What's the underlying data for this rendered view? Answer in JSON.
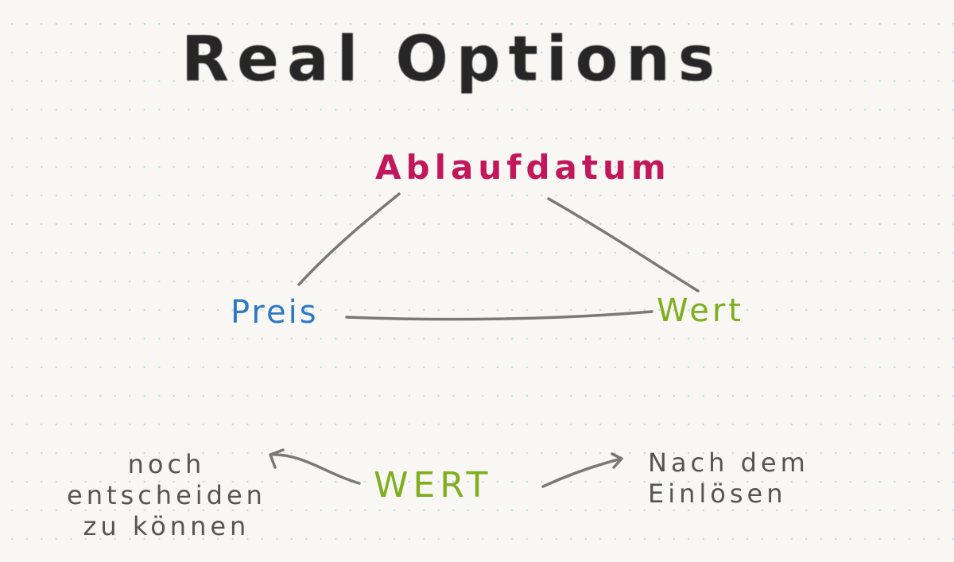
{
  "title": "Real Options",
  "triangle": {
    "top": "Ablaufdatum",
    "left": "Preis",
    "right": "Wert"
  },
  "bottom": {
    "center": "WERT",
    "left_note": [
      "noch",
      "entscheiden",
      "zu können"
    ],
    "right_note": [
      "Nach dem",
      "Einlösen"
    ]
  },
  "colors": {
    "title": "#262626",
    "ablaufdatum": "#c2185b",
    "preis": "#2f78c4",
    "wert": "#7fae1f",
    "lines": "#6a6a6a"
  }
}
